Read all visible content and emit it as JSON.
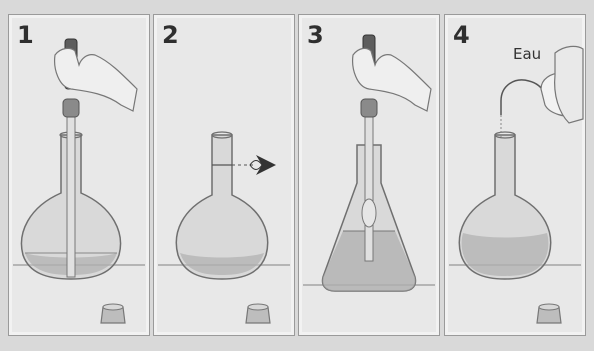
{
  "panels": [
    {
      "number": "1"
    },
    {
      "number": "2"
    },
    {
      "number": "3"
    },
    {
      "number": "4",
      "label": "Eau"
    }
  ]
}
